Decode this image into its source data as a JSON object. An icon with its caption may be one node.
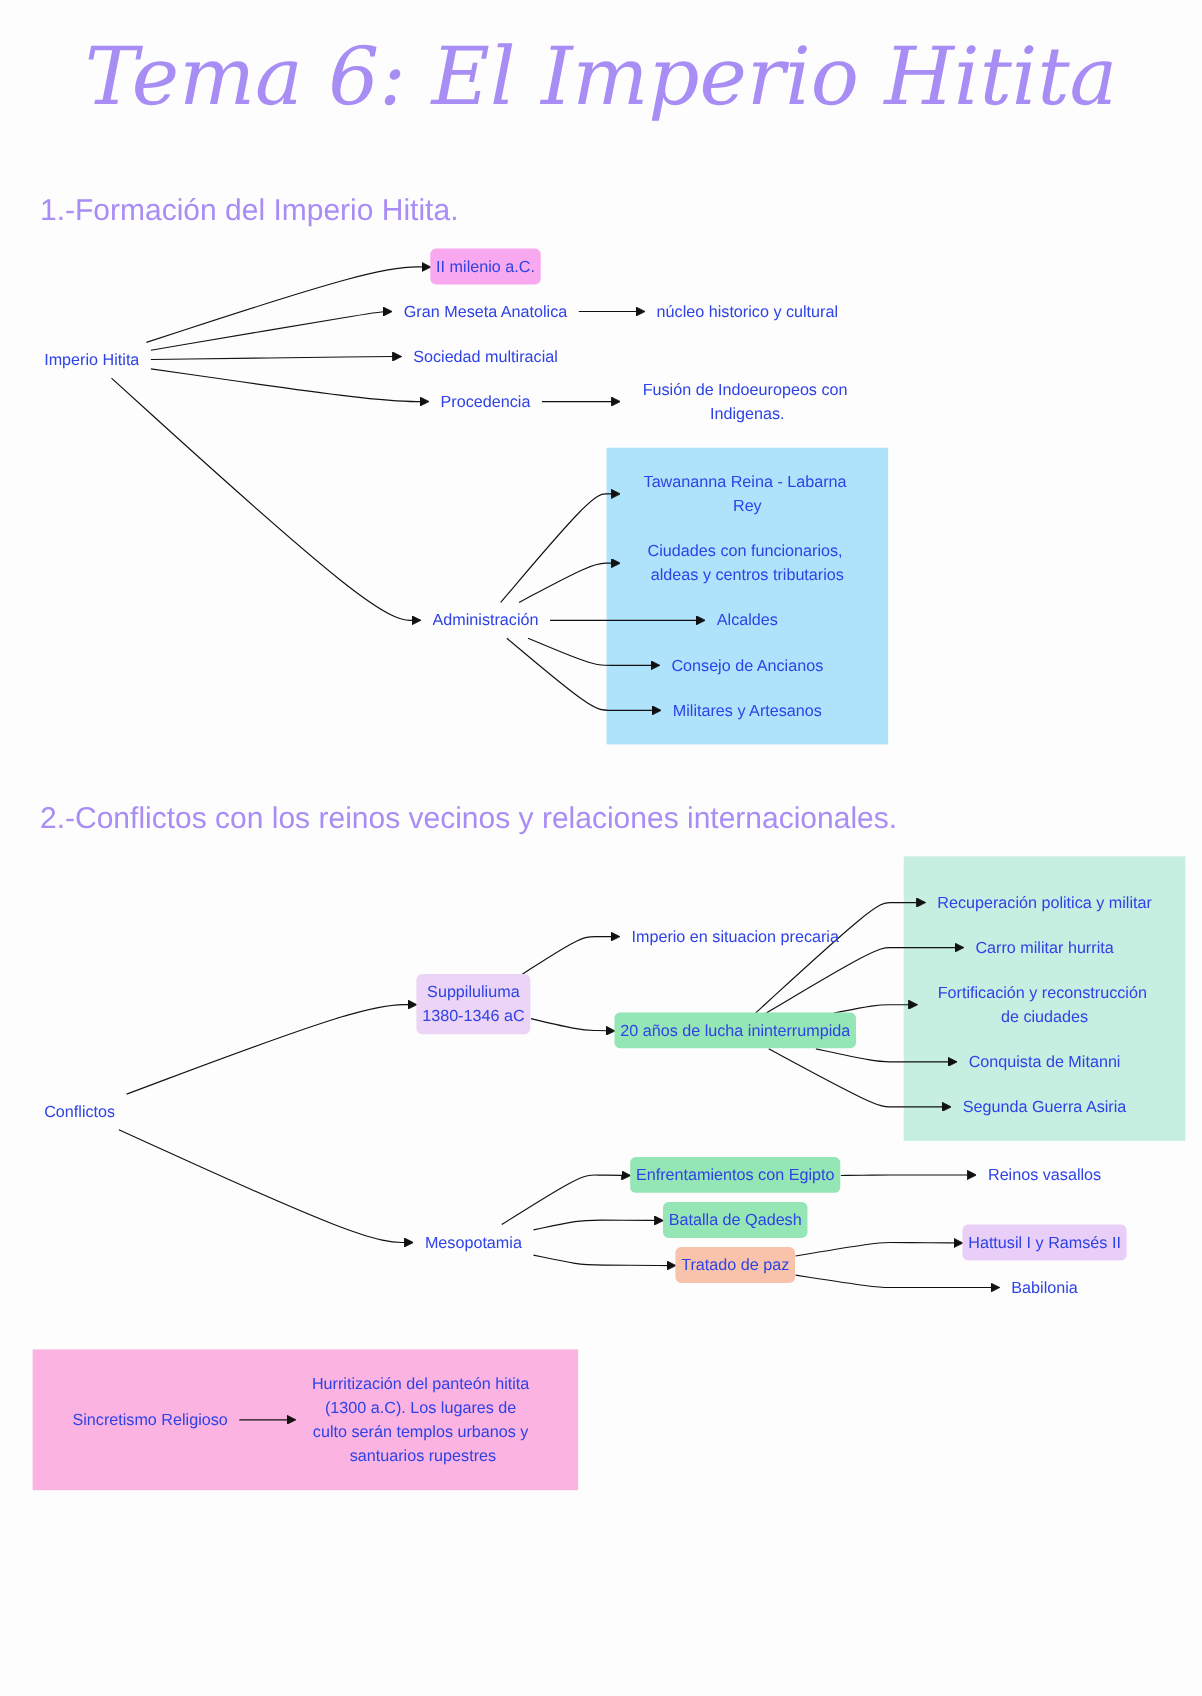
{
  "diagram": {
    "title": "Tema 6: El Imperio Hitita",
    "nodes": [
      {
        "text": [
          "Imperio Hitita"
        ]
      },
      {
        "text": [
          "II milenio a.C."
        ]
      },
      {
        "text": [
          "Gran Meseta Anatolica"
        ]
      },
      {
        "text": [
          "núcleo historico y cultural"
        ]
      },
      {
        "text": [
          "Sociedad multiracial"
        ]
      },
      {
        "text": [
          "Procedencia"
        ]
      },
      {
        "text": [
          "Fusión de Indoeuropeos con Indigenas."
        ]
      },
      {
        "text": [
          "Administración"
        ]
      },
      {
        "text": [],
        "shape": "box"
      },
      {
        "text": [
          "Tawananna Reina - Labarna Rey"
        ],
        "in": 8
      },
      {
        "text": [
          "Ciudades con funcionarios, aldeas y centros tributarios"
        ],
        "in": 8
      },
      {
        "text": [
          "Alcaldes"
        ],
        "in": 8
      },
      {
        "text": [
          "Consejo de Ancianos"
        ],
        "in": 8
      },
      {
        "text": [
          "Militares y Artesanos"
        ],
        "in": 8
      },
      {
        "text": [
          "Conflictos"
        ]
      },
      {
        "text": [
          "Suppiluliuma",
          "1380-1346 aC"
        ]
      },
      {
        "text": [
          "Imperio en situacion precaria"
        ]
      },
      {
        "text": [
          "20 años de lucha ininterrumpida"
        ]
      },
      {
        "text": [],
        "shape": "box"
      },
      {
        "text": [
          "Recuperación politica y militar"
        ],
        "in": 18
      },
      {
        "text": [
          "Carro militar hurrita"
        ],
        "in": 18
      },
      {
        "text": [
          "Fortificación y reconstrucción de ciudades"
        ],
        "in": 18
      },
      {
        "text": [
          "Conquista de Mitanni"
        ],
        "in": 18
      },
      {
        "text": [
          "Segunda Guerra Asiria"
        ],
        "in": 18
      },
      {
        "text": [
          "Mesopotamia"
        ]
      },
      {
        "text": [
          "Enfrentamientos con Egipto"
        ]
      },
      {
        "text": [
          "Reinos vasallos"
        ]
      },
      {
        "text": [
          "Batalla de Qadesh"
        ]
      },
      {
        "text": [
          "Tratado de paz"
        ]
      },
      {
        "text": [
          "Hattusil I y Ramsés II"
        ]
      },
      {
        "text": [
          "Babilonia"
        ]
      },
      {
        "text": [],
        "shape": "box"
      },
      {
        "text": [
          "Sincretismo Religioso"
        ],
        "in": 31
      },
      {
        "text": [
          "Hurritización del panteón hitita (1300 a.C). Los lugares de culto serán templos urbanos y santuarios rupestres"
        ],
        "in": 31
      }
    ],
    "edges": [
      {
        "from": 0,
        "to": 1,
        "arrow": "to"
      },
      {
        "from": 0,
        "to": 2,
        "arrow": "to"
      },
      {
        "from": 2,
        "to": 3,
        "arrow": "to"
      },
      {
        "from": 0,
        "to": 4,
        "arrow": "to"
      },
      {
        "from": 0,
        "to": 5,
        "arrow": "to"
      },
      {
        "from": 5,
        "to": 6,
        "arrow": "to"
      },
      {
        "from": 0,
        "to": 7,
        "arrow": "to"
      },
      {
        "from": 7,
        "to": 9,
        "arrow": "to"
      },
      {
        "from": 7,
        "to": 10,
        "arrow": "to"
      },
      {
        "from": 7,
        "to": 11,
        "arrow": "to"
      },
      {
        "from": 7,
        "to": 12,
        "arrow": "to"
      },
      {
        "from": 7,
        "to": 13,
        "arrow": "to"
      },
      {
        "from": 14,
        "to": 15,
        "arrow": "to"
      },
      {
        "from": 15,
        "to": 16,
        "arrow": "to"
      },
      {
        "from": 15,
        "to": 17,
        "arrow": "to"
      },
      {
        "from": 17,
        "to": 19,
        "arrow": "to"
      },
      {
        "from": 17,
        "to": 20,
        "arrow": "to"
      },
      {
        "from": 17,
        "to": 21,
        "arrow": "to"
      },
      {
        "from": 17,
        "to": 22,
        "arrow": "to"
      },
      {
        "from": 17,
        "to": 23,
        "arrow": "to"
      },
      {
        "from": 14,
        "to": 24,
        "arrow": "to"
      },
      {
        "from": 24,
        "to": 25,
        "arrow": "to"
      },
      {
        "from": 25,
        "to": 26,
        "arrow": "to"
      },
      {
        "from": 24,
        "to": 27,
        "arrow": "to"
      },
      {
        "from": 24,
        "to": 28,
        "arrow": "to"
      },
      {
        "from": 28,
        "to": 29,
        "arrow": "to"
      },
      {
        "from": 28,
        "to": 30,
        "arrow": "to"
      },
      {
        "from": 32,
        "to": 33,
        "arrow": "to"
      }
    ],
    "labels": [
      "1.-Formación del Imperio Hitita.",
      "2.-Conflictos con los reinos vecinos y relaciones internacionales."
    ]
  }
}
